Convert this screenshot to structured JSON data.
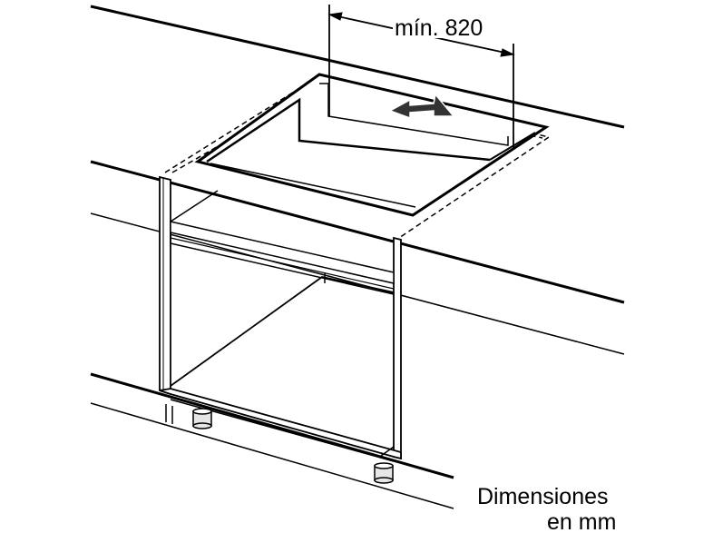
{
  "dimension": {
    "label": "mín. 820"
  },
  "units": {
    "line1": "Dimensiones",
    "line2": "en mm"
  },
  "colors": {
    "stroke": "#000000",
    "fill": "#ffffff",
    "shade": "#e6e6e6",
    "arrow": "#333333"
  },
  "icons": {
    "depth_arrow": "double-arrow-icon"
  }
}
